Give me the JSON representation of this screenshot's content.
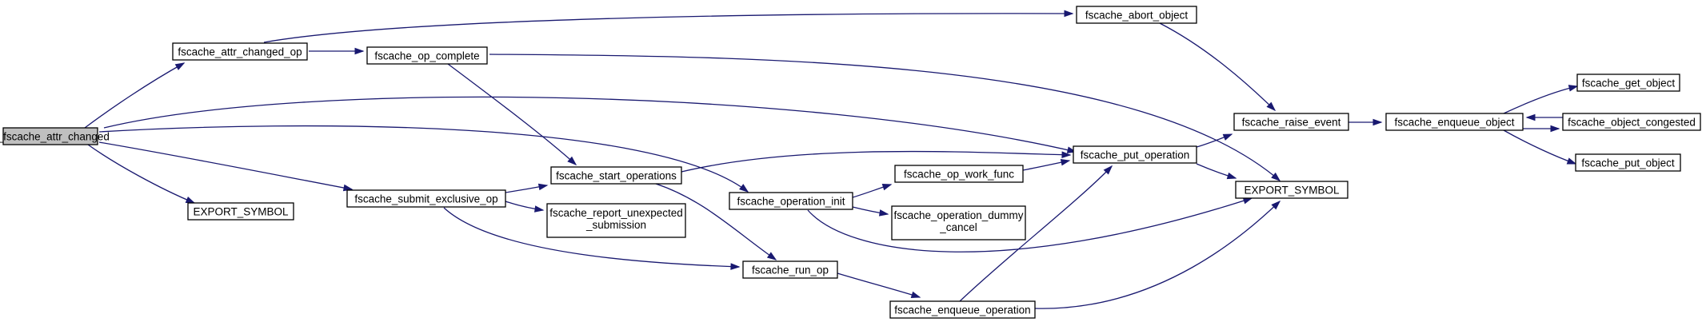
{
  "diagram": {
    "colors": {
      "edge": "#191970",
      "node_border": "#000000",
      "root_fill": "#bfbfbf",
      "node_fill": "#ffffff",
      "background": "#ffffff"
    },
    "nodes": {
      "root": {
        "label": "__fscache_attr_changed"
      },
      "attr_changed_op": {
        "label": "fscache_attr_changed_op"
      },
      "export1": {
        "label": "EXPORT_SYMBOL"
      },
      "submit_excl": {
        "label": "fscache_submit_exclusive_op"
      },
      "op_complete": {
        "label": "fscache_op_complete"
      },
      "start_ops": {
        "label": "fscache_start_operations"
      },
      "report_unexp": {
        "label": [
          "fscache_report_unexpected",
          "_submission"
        ]
      },
      "operation_init": {
        "label": "fscache_operation_init"
      },
      "run_op": {
        "label": "fscache_run_op"
      },
      "op_work_func": {
        "label": "fscache_op_work_func"
      },
      "dummy_cancel": {
        "label": [
          "fscache_operation_dummy",
          "_cancel"
        ]
      },
      "enqueue_operation": {
        "label": "fscache_enqueue_operation"
      },
      "abort_object": {
        "label": "fscache_abort_object"
      },
      "put_operation": {
        "label": "fscache_put_operation"
      },
      "raise_event": {
        "label": "fscache_raise_event"
      },
      "export2": {
        "label": "EXPORT_SYMBOL"
      },
      "enqueue_object": {
        "label": "fscache_enqueue_object"
      },
      "get_object": {
        "label": "fscache_get_object"
      },
      "object_congested": {
        "label": "fscache_object_congested"
      },
      "put_object": {
        "label": "fscache_put_object"
      }
    },
    "edges": [
      {
        "from": "root",
        "to": "attr_changed_op"
      },
      {
        "from": "root",
        "to": "export1"
      },
      {
        "from": "root",
        "to": "put_operation"
      },
      {
        "from": "root",
        "to": "operation_init"
      },
      {
        "from": "root",
        "to": "submit_excl"
      },
      {
        "from": "attr_changed_op",
        "to": "op_complete"
      },
      {
        "from": "attr_changed_op",
        "to": "abort_object"
      },
      {
        "from": "op_complete",
        "to": "start_ops"
      },
      {
        "from": "op_complete",
        "to": "export2"
      },
      {
        "from": "submit_excl",
        "to": "start_ops"
      },
      {
        "from": "submit_excl",
        "to": "report_unexp"
      },
      {
        "from": "submit_excl",
        "to": "run_op"
      },
      {
        "from": "start_ops",
        "to": "put_operation"
      },
      {
        "from": "start_ops",
        "to": "run_op"
      },
      {
        "from": "operation_init",
        "to": "op_work_func"
      },
      {
        "from": "operation_init",
        "to": "dummy_cancel"
      },
      {
        "from": "operation_init",
        "to": "export2"
      },
      {
        "from": "run_op",
        "to": "enqueue_operation"
      },
      {
        "from": "op_work_func",
        "to": "put_operation"
      },
      {
        "from": "enqueue_operation",
        "to": "put_operation"
      },
      {
        "from": "enqueue_operation",
        "to": "export2"
      },
      {
        "from": "abort_object",
        "to": "raise_event"
      },
      {
        "from": "put_operation",
        "to": "raise_event"
      },
      {
        "from": "put_operation",
        "to": "export2"
      },
      {
        "from": "raise_event",
        "to": "enqueue_object"
      },
      {
        "from": "enqueue_object",
        "to": "get_object"
      },
      {
        "from": "enqueue_object",
        "to": "object_congested"
      },
      {
        "from": "enqueue_object",
        "to": "put_object"
      },
      {
        "from": "object_congested",
        "to": "enqueue_object"
      }
    ]
  }
}
